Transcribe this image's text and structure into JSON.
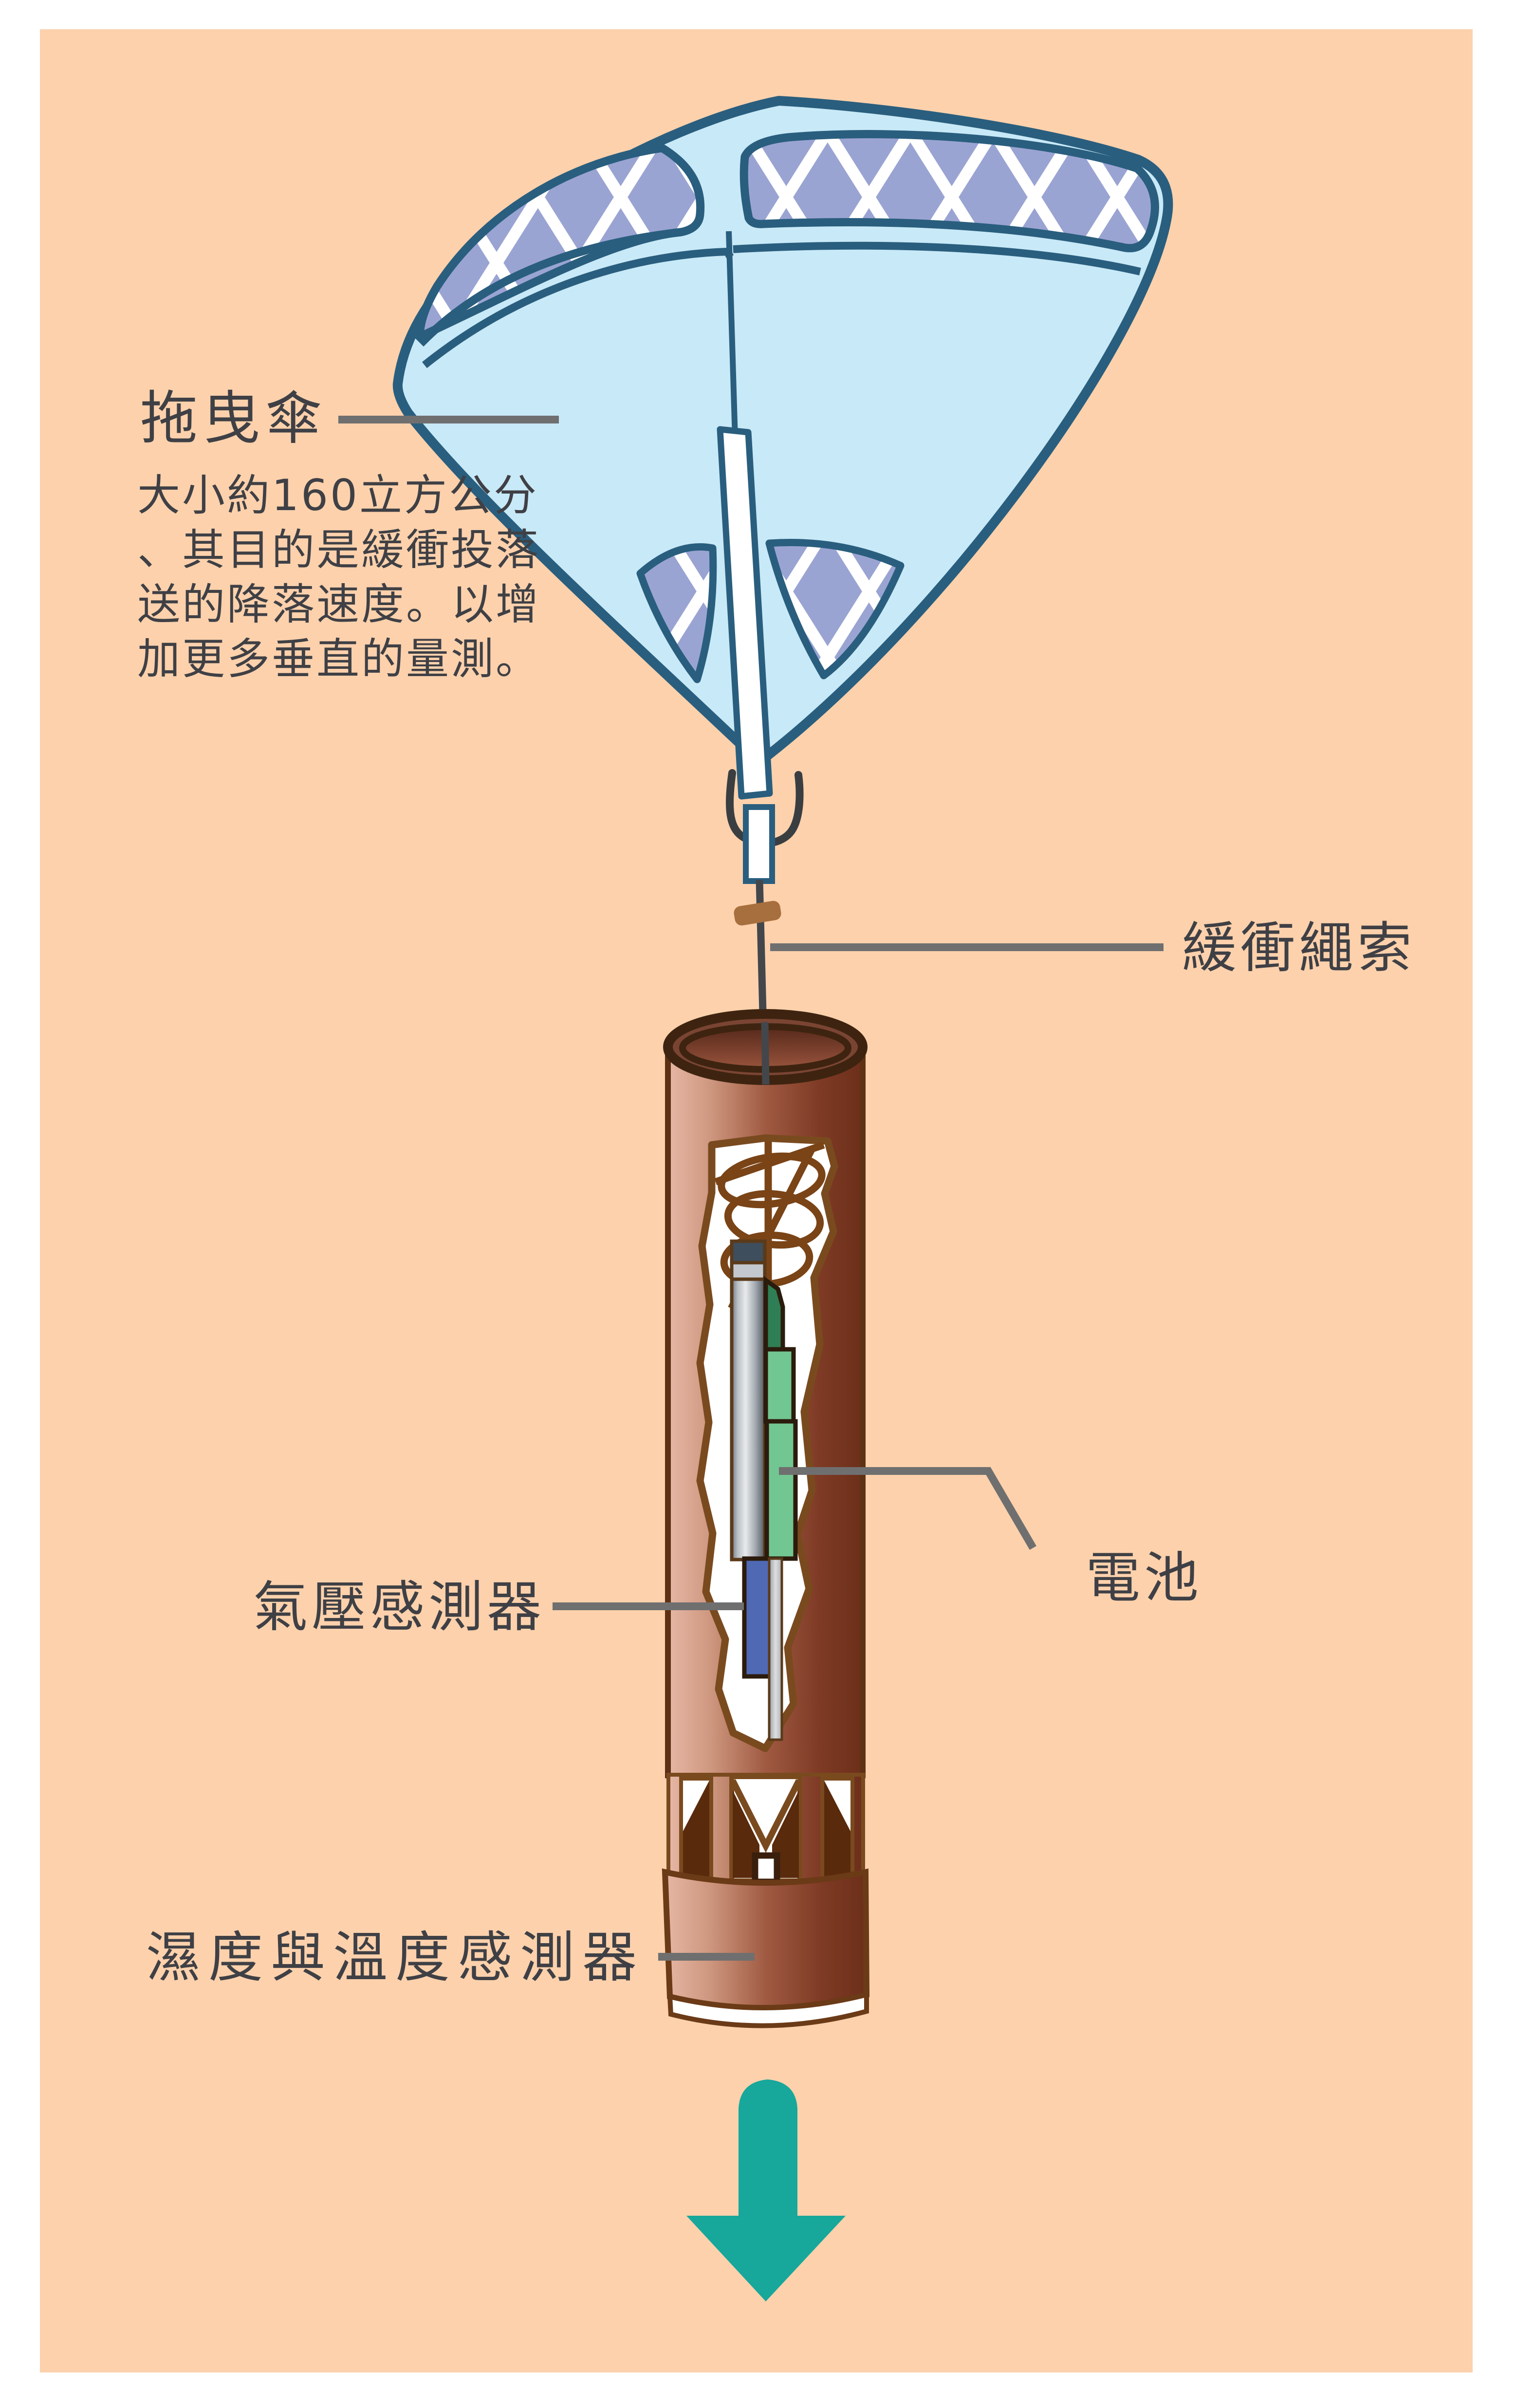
{
  "page": {
    "background": "#FFFFFF",
    "canvas_background": "#FCD1AC"
  },
  "labels": {
    "parachute": {
      "title": "拖曳傘",
      "description_lines": [
        "大小約160立方公分",
        "、其目的是緩衝投落",
        "送的降落速度。以增",
        "加更多垂直的量測。"
      ]
    },
    "buffer_rope": {
      "title": "緩衝繩索"
    },
    "battery": {
      "title": "電池"
    },
    "pressure_sensor": {
      "title": "氣壓感測器"
    },
    "humidity_temperature_sensor": {
      "title": "濕度與溫度感測器"
    }
  },
  "icons": {
    "down_arrow": "down-arrow"
  },
  "colors": {
    "background_peach": "#FCD1AC",
    "canopy_blue": "#C8E9F7",
    "canopy_outline": "#2A5E7E",
    "panel_purple": "#9AA4D3",
    "hatch_line": "#FFFFFF",
    "leader_gray": "#6F6F6F",
    "text_gray": "#3F4045",
    "tube_brown_dark": "#6C2F1A",
    "tube_brown_light": "#E6B7A5",
    "rim_brown": "#3E2410",
    "cutout_outline": "#7A4A1F",
    "battery_green_dark": "#2F7E55",
    "battery_green_light": "#72C691",
    "sensor_blue": "#5069B5",
    "rope_dark": "#43474B",
    "bead_brown": "#A76F3D",
    "arrow_teal": "#17A79B"
  }
}
